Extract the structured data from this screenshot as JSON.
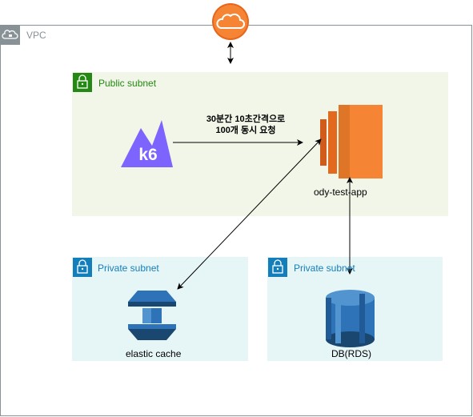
{
  "vpc": {
    "label": "VPC"
  },
  "public_subnet": {
    "label": "Public subnet"
  },
  "private_subnet_cache": {
    "label": "Private subnet"
  },
  "private_subnet_db": {
    "label": "Private subnet"
  },
  "nodes": {
    "app": {
      "label": "ody-test-app",
      "icon": "ec2-instance-icon"
    },
    "cache": {
      "label": "elastic cache",
      "icon": "elasticache-icon"
    },
    "db": {
      "label": "DB(RDS)",
      "icon": "rds-database-icon"
    },
    "k6": {
      "logo_text": "k6",
      "icon": "k6-logo-icon"
    },
    "internet": {
      "icon": "internet-gateway-cloud-icon"
    }
  },
  "edge_k6_app": {
    "line1": "30분간 10초간격으로",
    "line2": "100개 동시 요청"
  },
  "colors": {
    "public_fill": "#f2f6e8",
    "private_fill": "#e6f6f7",
    "public_accent": "#248814",
    "private_accent": "#147eba",
    "vpc_border": "#879196",
    "ec2_orange": "#f58534",
    "aws_blue": "#2e73b8",
    "k6_purple": "#7d64ff"
  }
}
